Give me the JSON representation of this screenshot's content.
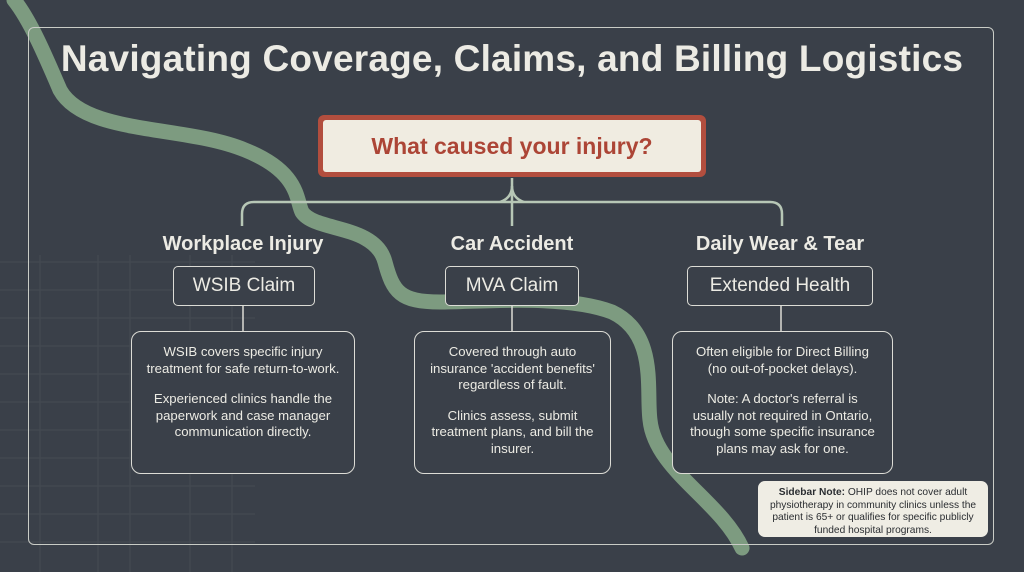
{
  "title": "Navigating Coverage, Claims, and Billing Logistics",
  "question": "What caused your injury?",
  "categories": [
    {
      "title": "Workplace Injury",
      "claim": "WSIB Claim",
      "paragraphs": [
        "WSIB covers specific injury treatment for safe return-to-work.",
        "Experienced clinics handle the paperwork and case manager communication directly."
      ]
    },
    {
      "title": "Car Accident",
      "claim": "MVA Claim",
      "paragraphs": [
        "Covered through auto insurance 'accident benefits' regardless of fault.",
        "Clinics assess, submit treatment plans, and bill the insurer."
      ]
    },
    {
      "title": "Daily Wear & Tear",
      "claim": "Extended Health",
      "paragraphs": [
        "Often eligible for Direct Billing (no out-of-pocket delays).",
        "Note: A doctor's referral is usually not required in Ontario, though some specific insurance plans may ask for one."
      ]
    }
  ],
  "sidebar": {
    "label": "Sidebar Note:",
    "text": "OHIP does not cover adult physiotherapy in community clinics unless the patient is 65+ or qualifies for specific publicly funded hospital programs."
  },
  "colors": {
    "background": "#3a4049",
    "accent_red": "#b24e3e",
    "path_green": "#7d9b80",
    "card_cream": "#f0ece1"
  }
}
